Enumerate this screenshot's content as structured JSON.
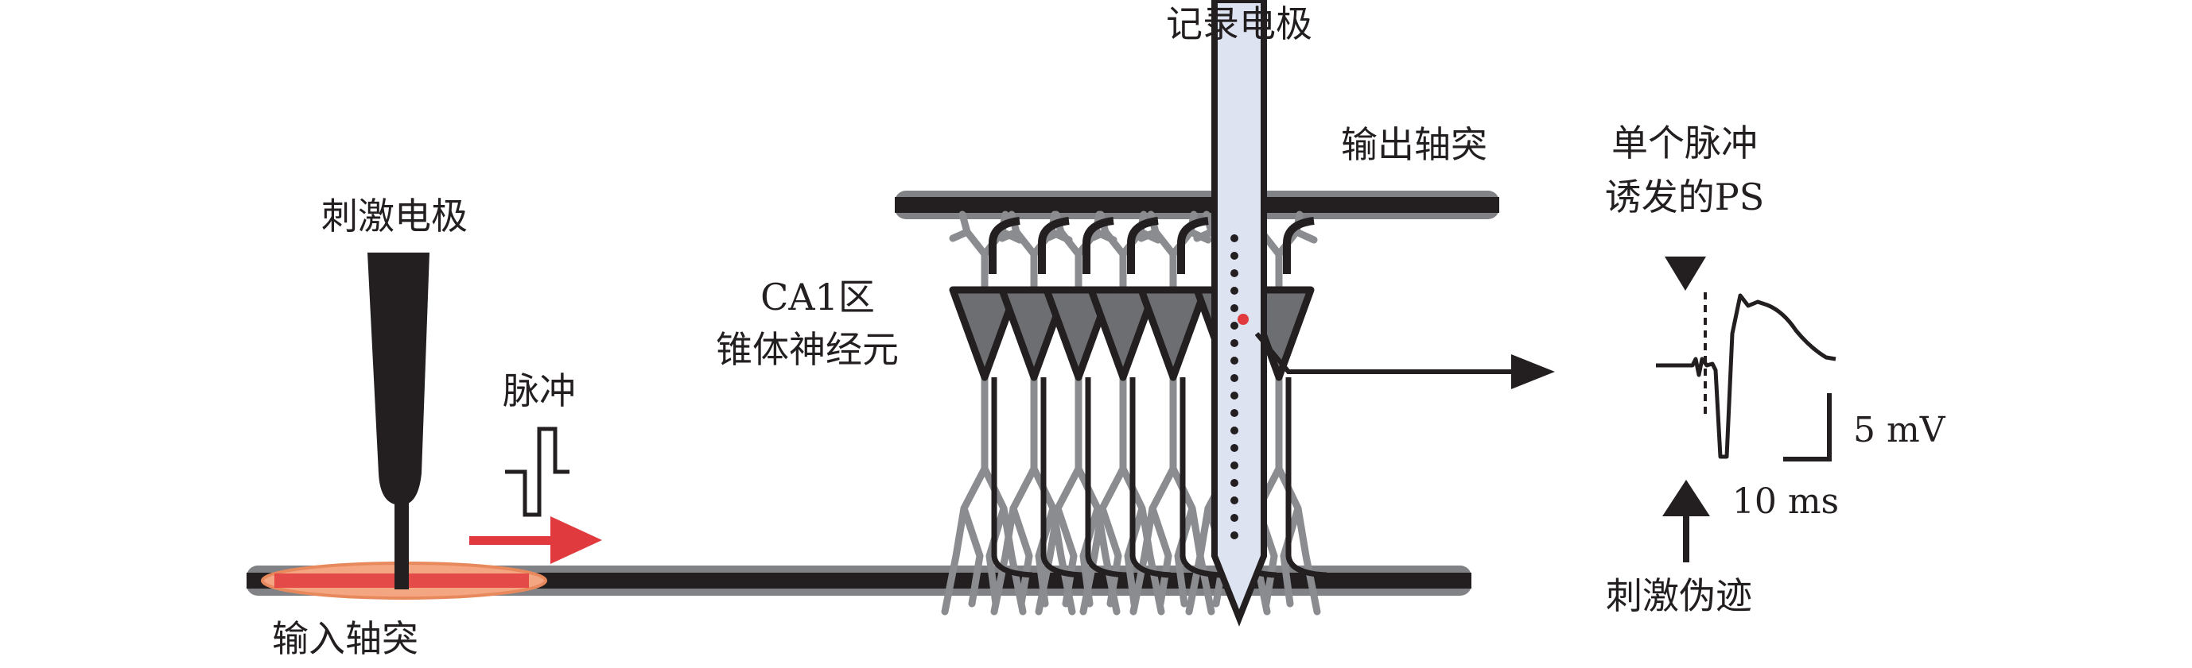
{
  "labels": {
    "recording_electrode": "记录电极",
    "output_axon": "输出轴突",
    "single_pulse_ps_line1": "单个脉冲",
    "single_pulse_ps_line2": "诱发的PS",
    "stimulating_electrode": "刺激电极",
    "ca1_line1": "CA1区",
    "ca1_line2": "锥体神经元",
    "pulse": "脉冲",
    "input_axon": "输入轴突",
    "stimulus_artifact": "刺激伪迹",
    "scale_voltage": "5 mV",
    "scale_time": "10 ms"
  },
  "colors": {
    "axon_dark": "#231f20",
    "axon_gray": "#808285",
    "neuron_fill": "#6d6e71",
    "dendrite_gray": "#8a8c8f",
    "stim_red": "#e03a3e",
    "stim_orange": "#f4a582",
    "electrode_fill": "#dde3f0"
  },
  "icons": [
    "stimulating-electrode-icon",
    "pulse-waveform-icon",
    "recording-electrode-icon",
    "arrow-right-icon"
  ]
}
